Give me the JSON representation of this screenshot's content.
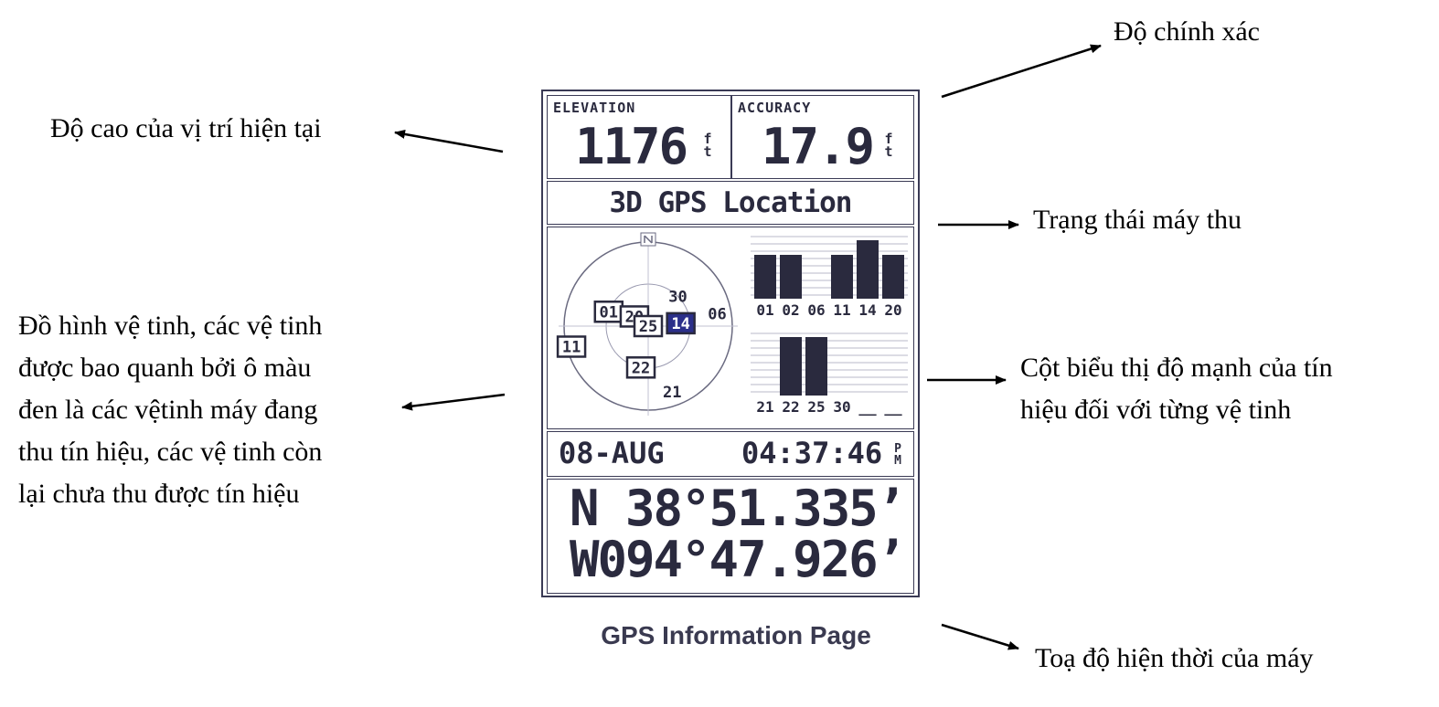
{
  "annotations": {
    "accuracy": "Độ chính xác",
    "elevation": "Độ cao của vị trí hiện tại",
    "receiver_status": "Trạng thái máy thu",
    "sky_view": [
      "Đồ hình vệ tinh, các vệ tinh",
      "được bao quanh bởi  ô  màu",
      "đen là các vệtinh máy đang",
      "thu tín hiệu, các vệ tinh còn",
      "lại chưa thu được tín hiệu"
    ],
    "signal_bars": [
      "Cột biểu thị độ mạnh của tín",
      "hiệu đối với từng vệ tinh"
    ],
    "position": "Toạ  độ  hiện  thời  của máy"
  },
  "device": {
    "elevation_label": "ELEVATION",
    "elevation_value": "1176",
    "elevation_unit": [
      "f",
      "t"
    ],
    "accuracy_label": "ACCURACY",
    "accuracy_value": "17.9",
    "accuracy_unit": [
      "f",
      "t"
    ],
    "status": "3D GPS Location",
    "date": "08-AUG",
    "time": "04:37:46",
    "time_suffix": [
      "P",
      "M"
    ],
    "latitude": "N  38°51.335’",
    "longitude": "W094°47.926’",
    "caption": "GPS Information Page"
  },
  "satellites": [
    {
      "id": "01",
      "tracked": true,
      "az": 290,
      "el": 45
    },
    {
      "id": "20",
      "tracked": true,
      "az": 305,
      "el": 72
    },
    {
      "id": "25",
      "tracked": true,
      "az": 0,
      "el": 90
    },
    {
      "id": "14",
      "tracked": true,
      "az": 85,
      "el": 55,
      "highlight": true
    },
    {
      "id": "06",
      "tracked": false,
      "az": 80,
      "el": 15
    },
    {
      "id": "30",
      "tracked": false,
      "az": 45,
      "el": 45
    },
    {
      "id": "11",
      "tracked": true,
      "az": 255,
      "el": 5
    },
    {
      "id": "22",
      "tracked": true,
      "az": 190,
      "el": 45
    },
    {
      "id": "21",
      "tracked": false,
      "az": 160,
      "el": 15
    }
  ],
  "chart_data": {
    "type": "bar",
    "title": "",
    "rows": [
      {
        "categories": [
          "01",
          "02",
          "06",
          "11",
          "14",
          "20"
        ],
        "values": [
          0.75,
          0.75,
          0,
          0.75,
          1.0,
          0.75
        ]
      },
      {
        "categories": [
          "21",
          "22",
          "25",
          "30",
          "__",
          "__"
        ],
        "values": [
          0,
          1.0,
          1.0,
          0,
          0,
          0
        ]
      }
    ],
    "ylim": [
      0,
      1
    ]
  },
  "colors": {
    "lcd_ink": "#2a2a3e",
    "highlight": "#2b2f8a"
  }
}
